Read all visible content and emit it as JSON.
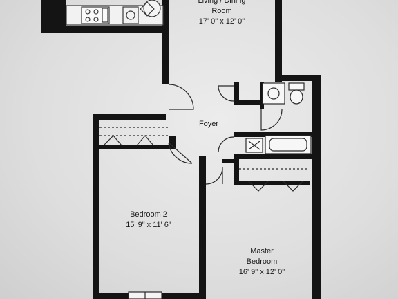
{
  "rooms": {
    "living": {
      "name_line1": "Living / Dining",
      "name_line2": "Room",
      "size": "17' 0\" x 12' 0\""
    },
    "foyer": {
      "name": "Foyer"
    },
    "bedroom2": {
      "name": "Bedroom 2",
      "size": "15' 9\" x 11' 6\""
    },
    "master": {
      "name_line1": "Master",
      "name_line2": "Bedroom",
      "size": "16' 9\" x 12' 0\""
    }
  },
  "colors": {
    "wall": "#141414",
    "paper": "#e6e6e6",
    "fixture": "#3a3a3a"
  },
  "icons": [
    "range-icon",
    "sink-icon",
    "toilet-icon",
    "bathtub-icon",
    "washer-icon"
  ]
}
